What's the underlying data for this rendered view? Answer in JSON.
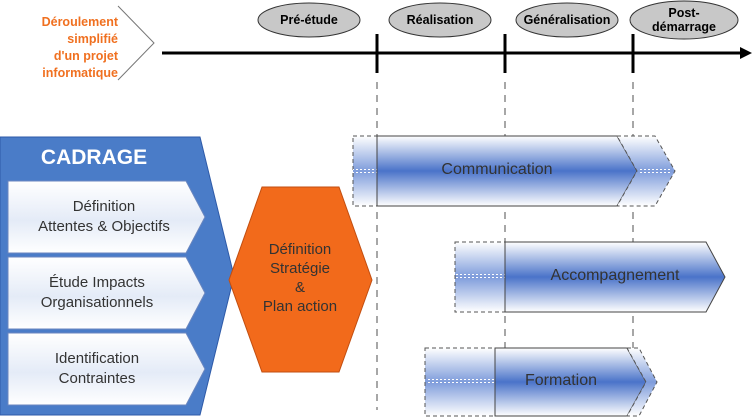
{
  "title": {
    "lines": [
      "Déroulement",
      "simplifié",
      "d'un projet",
      "informatique"
    ],
    "color": "#F07020"
  },
  "phases": [
    "Pré-étude",
    "Réalisation",
    "Généralisation",
    "Post-\ndémarrage"
  ],
  "cadrage": {
    "title": "CADRAGE",
    "items": [
      {
        "lines": [
          "Définition",
          "Attentes & Objectifs"
        ]
      },
      {
        "lines": [
          "Étude Impacts",
          "Organisationnels"
        ]
      },
      {
        "lines": [
          "Identification",
          "Contraintes"
        ]
      }
    ],
    "color": "#4A7CC8"
  },
  "strategy": {
    "lines": [
      "Définition",
      "Stratégie",
      "&",
      "Plan action"
    ],
    "color": "#F26A1B"
  },
  "streams": [
    {
      "label": "Communication"
    },
    {
      "label": "Accompagnement"
    },
    {
      "label": "Formation"
    }
  ],
  "colors": {
    "phase_fill": "#C8C8C8",
    "bar_mid": "#3F6CC9",
    "bar_edge": "#ffffff",
    "dashed_line": "#8A8A8A"
  }
}
